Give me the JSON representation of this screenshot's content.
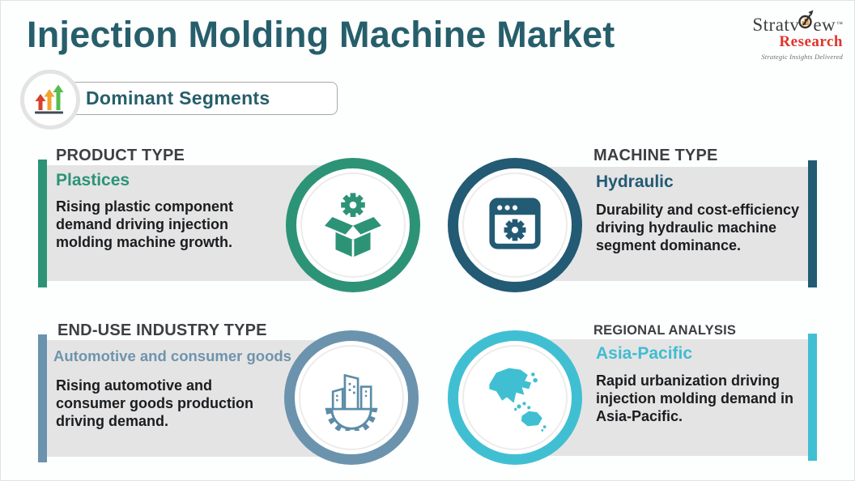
{
  "page": {
    "title": "Injection Molding Machine Market",
    "badge_label": "Dominant Segments",
    "badge_icon": "growth-arrows-icon"
  },
  "logo": {
    "brand_left": "Stratv",
    "brand_right": "ew",
    "tm": "™",
    "icon": "magnifier-chart-icon",
    "sub_brand": "Research",
    "tagline": "Strategic Insights Delivered"
  },
  "colors": {
    "title": "#275e6b",
    "panel_gray": "#e5e4e4",
    "header_text": "#3c4043",
    "body_text": "#1a1d20",
    "green": "#2d9377",
    "dark_teal": "#235a74",
    "steel_blue": "#6b93ad",
    "cyan": "#41bfd2",
    "arrow_red": "#d8402f",
    "arrow_orange": "#f0a32f",
    "arrow_green": "#56bd4f",
    "logo_red": "#e2342b"
  },
  "quadrants": [
    {
      "id": "product-type",
      "header": "PRODUCT TYPE",
      "subheader": "Plastices",
      "body": "Rising plastic component demand driving injection molding machine growth.",
      "accent": "#2d9377",
      "icon": "box-gear-icon",
      "side": "left"
    },
    {
      "id": "machine-type",
      "header": "MACHINE TYPE",
      "subheader": "Hydraulic",
      "body": "Durability and cost-efficiency driving hydraulic machine segment dominance.",
      "accent": "#235a74",
      "icon": "window-gear-icon",
      "side": "right"
    },
    {
      "id": "end-use-industry-type",
      "header": "END-USE INDUSTRY TYPE",
      "subheader": "Automotive and consumer goods",
      "body": "Rising automotive and consumer goods production driving demand.",
      "accent": "#6b93ad",
      "icon": "industry-buildings-gear-icon",
      "side": "left"
    },
    {
      "id": "regional-analysis",
      "header": "REGIONAL ANALYSIS",
      "subheader": "Asia-Pacific",
      "body": "Rapid urbanization driving injection molding demand in Asia-Pacific.",
      "accent": "#41bfd2",
      "icon": "asia-pacific-map-icon",
      "side": "right"
    }
  ]
}
